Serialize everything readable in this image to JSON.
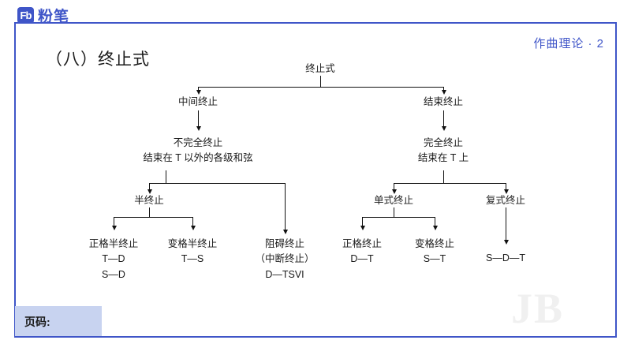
{
  "brand": {
    "logo_mark": "Fb",
    "logo_text": "粉笔"
  },
  "header": {
    "right_text": "作曲理论 · 2"
  },
  "title": "（八）终止式",
  "footer": {
    "label": "页码:"
  },
  "watermark": "JB",
  "diagram": {
    "type": "tree",
    "nodes": [
      {
        "id": "root",
        "lines": [
          "终止式"
        ]
      },
      {
        "id": "middle",
        "lines": [
          "中间终止"
        ]
      },
      {
        "id": "final",
        "lines": [
          "结束终止"
        ]
      },
      {
        "id": "incomplete",
        "lines": [
          "不完全终止",
          "结束在 T 以外的各级和弦"
        ]
      },
      {
        "id": "complete",
        "lines": [
          "完全终止",
          "结束在 T 上"
        ]
      },
      {
        "id": "half",
        "lines": [
          "半终止"
        ]
      },
      {
        "id": "simple",
        "lines": [
          "单式终止"
        ]
      },
      {
        "id": "compound",
        "lines": [
          "复式终止"
        ]
      },
      {
        "id": "auth-half",
        "lines": [
          "正格半终止",
          "T—D",
          "S—D"
        ]
      },
      {
        "id": "plagal-half",
        "lines": [
          "变格半终止",
          "T—S"
        ]
      },
      {
        "id": "deceptive",
        "lines": [
          "阻碍终止",
          "（中断终止）",
          "D—TSVI"
        ]
      },
      {
        "id": "authentic",
        "lines": [
          "正格终止",
          "D—T"
        ]
      },
      {
        "id": "plagal",
        "lines": [
          "变格终止",
          "S—T"
        ]
      },
      {
        "id": "compound-ex",
        "lines": [
          "S—D—T"
        ]
      }
    ]
  },
  "colors": {
    "accent": "#3f55c8",
    "footer_box": "#c8d3f0",
    "text": "#1a1a1a",
    "line": "#111111"
  }
}
